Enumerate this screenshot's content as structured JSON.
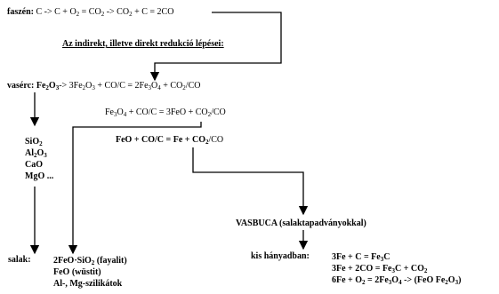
{
  "faszen": [
    {
      "t": "faszén: "
    },
    {
      "t": "C -> C + O",
      "n": true
    },
    {
      "t": "2",
      "s": true,
      "n": true
    },
    {
      "t": " = CO",
      "n": true
    },
    {
      "t": "2",
      "s": true,
      "n": true
    },
    {
      "t": " -> CO",
      "n": true
    },
    {
      "t": "2",
      "s": true,
      "n": true
    },
    {
      "t": " + C = 2CO",
      "n": true
    }
  ],
  "heading": [
    {
      "t": "Az indirekt, illetve direkt redukció lépései:"
    }
  ],
  "vaserc": [
    {
      "t": "vasérc: Fe"
    },
    {
      "t": "2",
      "s": true
    },
    {
      "t": "O"
    },
    {
      "t": "3",
      "s": true
    },
    {
      "t": "-> 3Fe",
      "n": true
    },
    {
      "t": "2",
      "s": true,
      "n": true
    },
    {
      "t": "O",
      "n": true
    },
    {
      "t": "3",
      "s": true,
      "n": true
    },
    {
      "t": " + CO/C = 2Fe",
      "n": true
    },
    {
      "t": "3",
      "s": true,
      "n": true
    },
    {
      "t": "O",
      "n": true
    },
    {
      "t": "4",
      "s": true,
      "n": true
    },
    {
      "t": " + CO",
      "n": true
    },
    {
      "t": "2",
      "s": true,
      "n": true
    },
    {
      "t": "/CO",
      "n": true
    }
  ],
  "eq2": [
    {
      "t": "Fe",
      "n": true
    },
    {
      "t": "3",
      "s": true,
      "n": true
    },
    {
      "t": "O",
      "n": true
    },
    {
      "t": "4",
      "s": true,
      "n": true
    },
    {
      "t": " + CO/C = 3FeO + CO",
      "n": true
    },
    {
      "t": "2",
      "s": true,
      "n": true
    },
    {
      "t": "/CO",
      "n": true
    }
  ],
  "eq3": [
    {
      "t": "FeO + CO/C = Fe + CO"
    },
    {
      "t": "2",
      "s": true
    },
    {
      "t": "/CO",
      "n": true
    }
  ],
  "oxides": [
    [
      {
        "t": "SiO"
      },
      {
        "t": "2",
        "s": true
      }
    ],
    [
      {
        "t": "Al"
      },
      {
        "t": "2",
        "s": true
      },
      {
        "t": "O"
      },
      {
        "t": "3",
        "s": true
      }
    ],
    [
      {
        "t": "CaO"
      }
    ],
    [
      {
        "t": "MgO ..."
      }
    ]
  ],
  "vasbuca": [
    {
      "t": "VASBUCA (salaktapadványokkal)"
    }
  ],
  "salak_label": [
    {
      "t": "salak:"
    }
  ],
  "salak_lines": [
    [
      {
        "t": "2FeO·SiO"
      },
      {
        "t": "2",
        "s": true
      },
      {
        "t": " (fayalit)"
      }
    ],
    [
      {
        "t": "FeO           (wüstit)"
      }
    ],
    [
      {
        "t": "Al-, Mg-szilikátok"
      }
    ]
  ],
  "kis_label": [
    {
      "t": "kis hányadban:"
    }
  ],
  "kis_lines": [
    [
      {
        "t": "3Fe + C = Fe"
      },
      {
        "t": "3",
        "s": true
      },
      {
        "t": "C"
      }
    ],
    [
      {
        "t": "3Fe + 2CO = Fe"
      },
      {
        "t": "3",
        "s": true
      },
      {
        "t": "C + CO"
      },
      {
        "t": "2",
        "s": true
      }
    ],
    [
      {
        "t": "6Fe + O"
      },
      {
        "t": "2",
        "s": true
      },
      {
        "t": " = 2Fe"
      },
      {
        "t": "3",
        "s": true
      },
      {
        "t": "O"
      },
      {
        "t": "4",
        "s": true
      },
      {
        "t": " -> (FeO Fe"
      },
      {
        "t": "2",
        "s": true
      },
      {
        "t": "O"
      },
      {
        "t": "3",
        "s": true
      },
      {
        "t": ")"
      }
    ]
  ]
}
